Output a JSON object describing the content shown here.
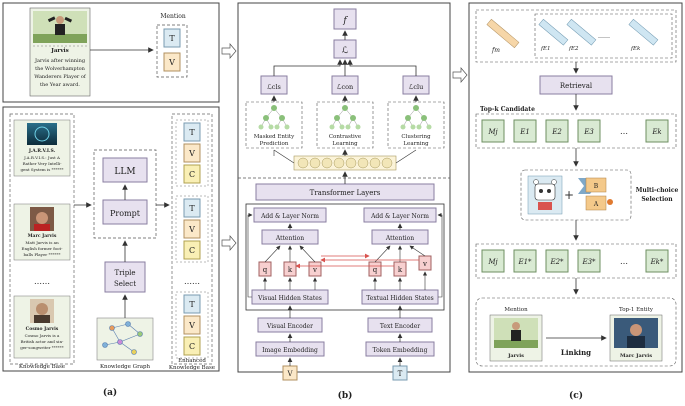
{
  "panel_a": {
    "mention_label": "Mention",
    "mention_name": "Jarvis",
    "mention_text": [
      "Jarvis after winning",
      "the Wolverhampton",
      "Wanderers Player of",
      "the Year award."
    ],
    "mention_tokens": [
      "T",
      "V"
    ],
    "kb_entities": [
      {
        "title": "J.A.R.V.I.S.",
        "desc": [
          "J.A.R.V.I.S.: Just A",
          "Rather Very Intelli-",
          "gent System is ******"
        ]
      },
      {
        "title": "Marc Jarvis",
        "desc": [
          "Matt Jarvis is an",
          "English former foot-",
          "balls Player ******"
        ]
      },
      {
        "title": "Cosmo Jarvis",
        "desc": [
          "Cosmo Jarvis is a",
          "British actor and sin-",
          "ger-songwriter ******"
        ]
      }
    ],
    "kb_ellipsis": "……",
    "llm": "LLM",
    "prompt": "Prompt",
    "triple_select": [
      "Triple",
      "Select"
    ],
    "knowledge_graph": "Knowledge Graph",
    "knowledge_base": "Knowledge Base",
    "enhanced_tokens": [
      "T",
      "V",
      "C"
    ],
    "enhanced_ellipsis": "……",
    "enhanced_kb": [
      "Enhanced",
      "Knowledge Base"
    ],
    "caption": "(a)"
  },
  "panel_b": {
    "f": "f",
    "L": "ℒ",
    "loss_cls": "ℒcls",
    "loss_con": "ℒcon",
    "loss_clu": "ℒclu",
    "tasks": [
      [
        "Masked Entity",
        "Prediction"
      ],
      [
        "Contrastive",
        "Learning"
      ],
      [
        "Clustering",
        "Learning"
      ]
    ],
    "transformer": "Transformer Layers",
    "add_norm": "Add & Layer Norm",
    "attention": "Attention",
    "qkv": [
      "q",
      "k",
      "v"
    ],
    "visual_hidden": "Visual Hidden States",
    "textual_hidden": "Textual Hidden States",
    "visual_encoder": "Visual Encoder",
    "text_encoder": "Text Encoder",
    "image_embedding": "Image Embedding",
    "token_embedding": "Token Embedding",
    "input_v": "V",
    "input_t": "T",
    "caption": "(b)"
  },
  "panel_c": {
    "f_m": "fm",
    "f_e_labels": [
      "fE1",
      "fE2",
      "……",
      "fEk"
    ],
    "retrieval": "Retrieval",
    "topk": "Top-k Candidate",
    "candidates": [
      "Mj",
      "E1",
      "E2",
      "E3",
      "…",
      "Ek"
    ],
    "candidates2": [
      "Mj",
      "E1*",
      "E2*",
      "E3*",
      "…",
      "Ek*"
    ],
    "multi_choice": [
      "Multi-choice",
      "Selection"
    ],
    "option_b": "B",
    "option_a": "A",
    "mention": "Mention",
    "top1": "Top-1 Entity",
    "linking": "Linking",
    "jarvis": "Jarvis",
    "marc_jarvis": "Marc Jarvis",
    "caption": "(c)"
  },
  "colors": {
    "token_box": "#dbeaf2",
    "token_stroke": "#7a9bb0",
    "lavender": "#e7e1ef",
    "lavender_stroke": "#8a7ea0",
    "cand_box": "#d9ead3",
    "cand_stroke": "#6e8f62",
    "red_arrow": "#d9534f",
    "orange_box": "#f4c98a"
  }
}
